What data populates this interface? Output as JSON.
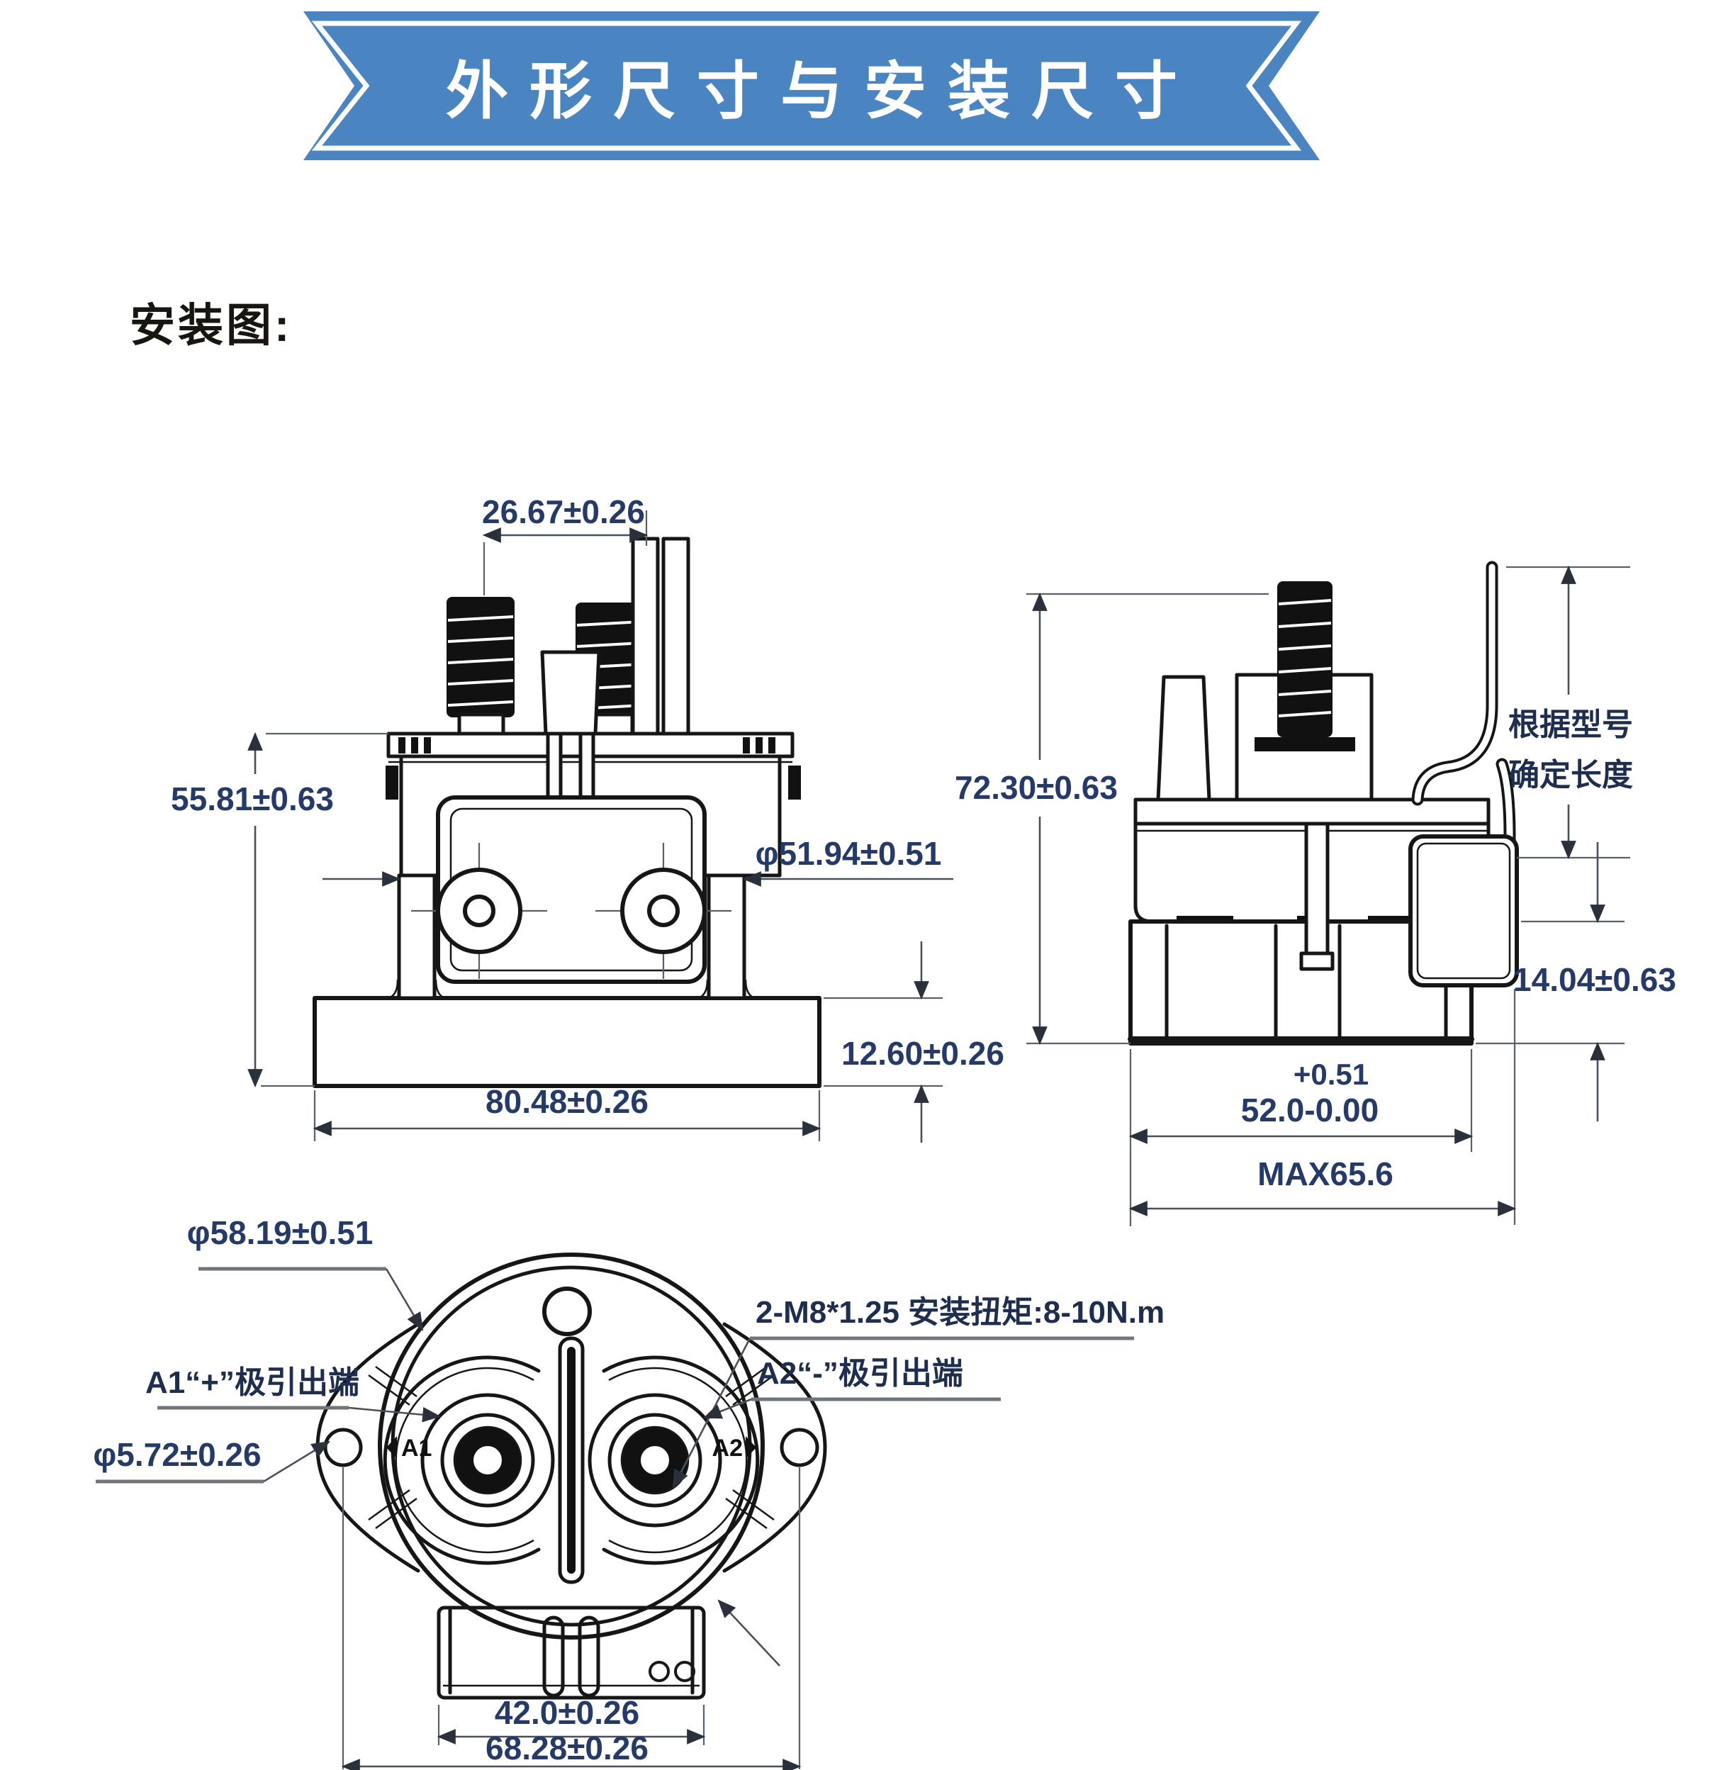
{
  "banner": {
    "title": "外形尺寸与安装尺寸",
    "bg_color": "#4A85C2",
    "text_color": "#ffffff"
  },
  "section_label": "安装图:",
  "front_view": {
    "dim_stud_spacing": "26.67±0.26",
    "dim_height": "55.81±0.63",
    "dim_body_dia": "φ51.94±0.51",
    "dim_base_height": "12.60±0.26",
    "dim_base_width": "80.48±0.26"
  },
  "side_view": {
    "dim_total_height": "72.30±0.63",
    "wire_note_line1": "根据型号",
    "wire_note_line2": "确定长度",
    "dim_lower_height": "14.04±0.63",
    "dim_base_tol": "+0.51",
    "dim_base_width": "52.0-0.00",
    "dim_max_width": "MAX65.6"
  },
  "bottom_view": {
    "dim_outer_dia": "φ58.19±0.51",
    "label_a1_terminal": "A1“+”极引出端",
    "dim_ear_hole_dia": "φ5.72±0.26",
    "label_mount": "2-M8*1.25 安装扭矩:8-10N.m",
    "label_a2_terminal": "A2“-”极引出端",
    "mark_a1": "A1",
    "mark_a2": "A2",
    "dim_connector_width": "42.0±0.26",
    "dim_mount_spacing": "68.28±0.26"
  },
  "colors": {
    "dimension_text": "#253a66",
    "linework": "#161616"
  }
}
